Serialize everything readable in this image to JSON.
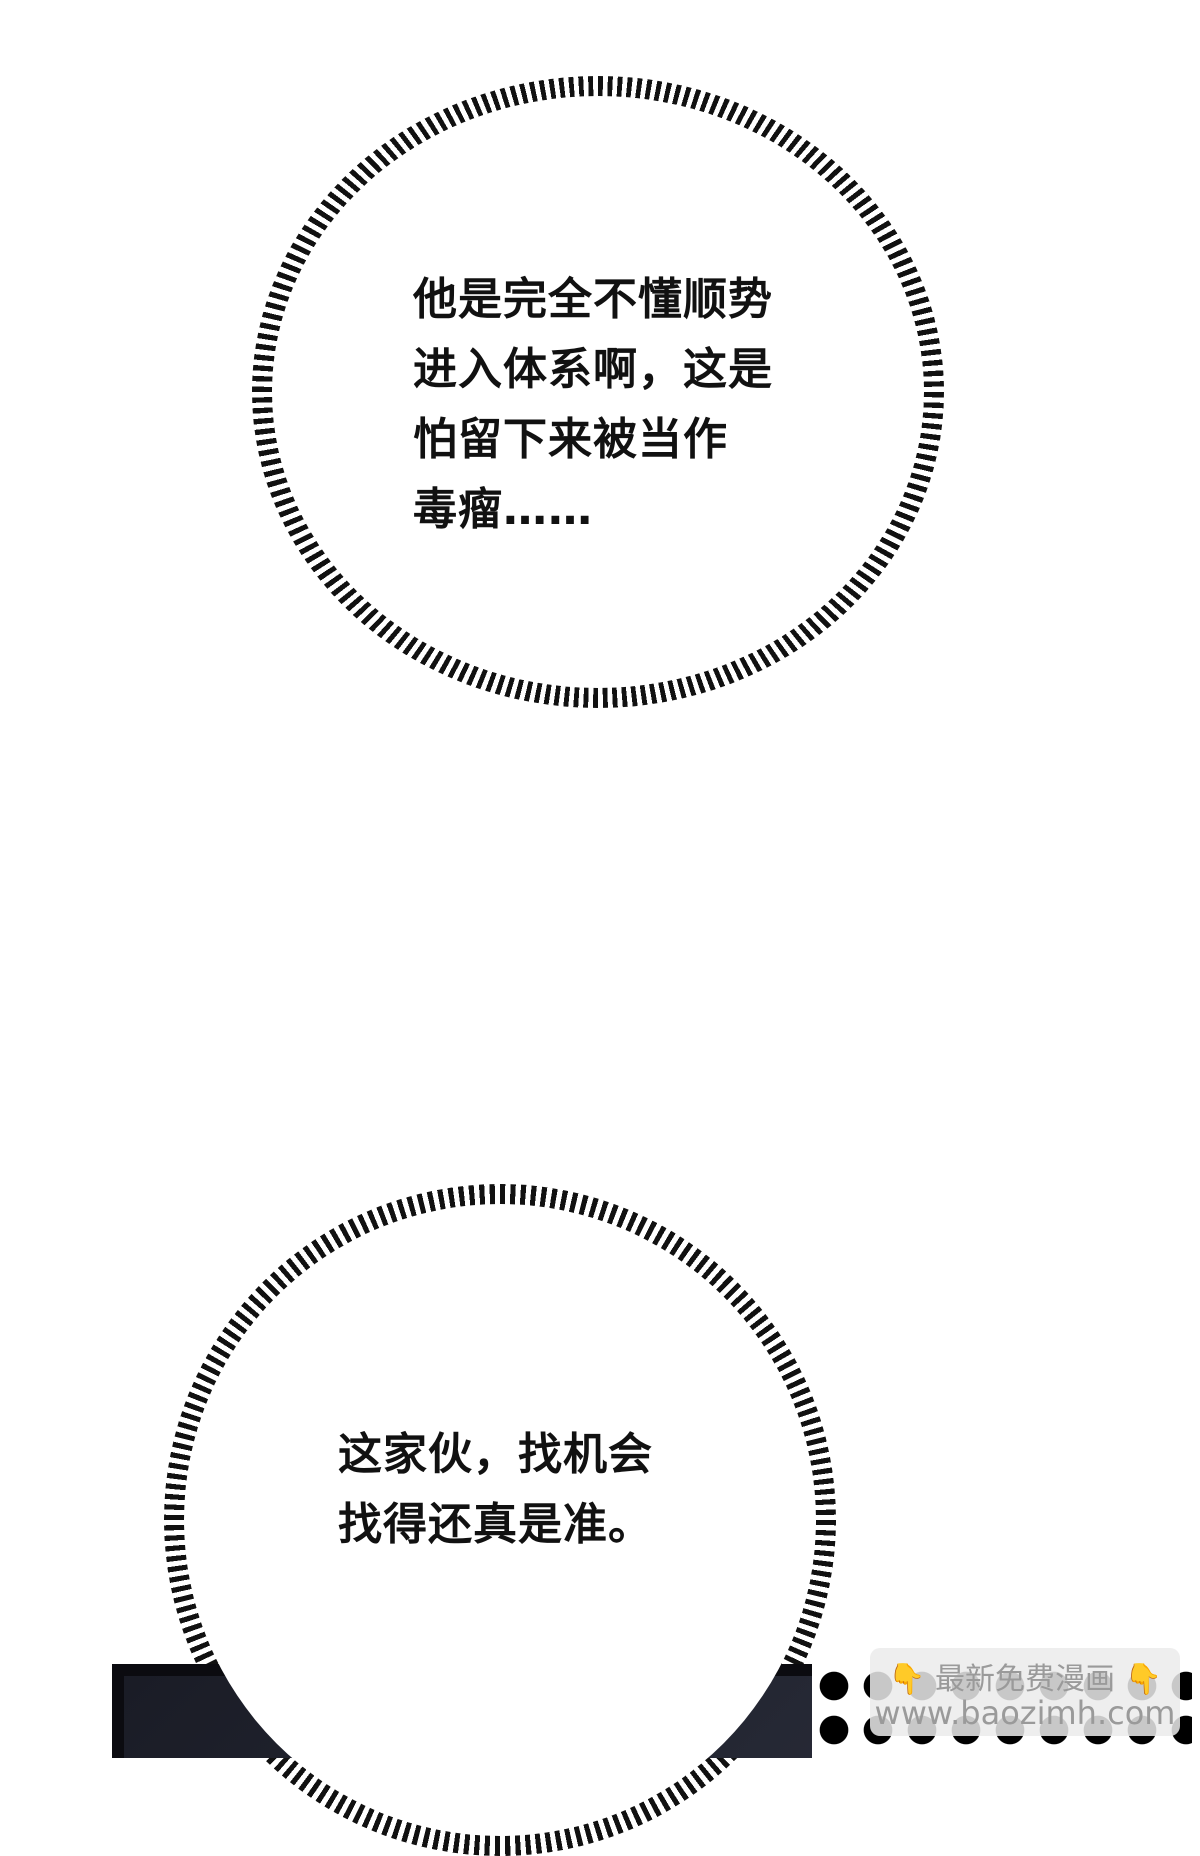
{
  "bubbles": [
    {
      "lines": [
        "他是完全不懂顺势",
        "进入体系啊，这是",
        "怕留下来被当作",
        "毒瘤……"
      ]
    },
    {
      "lines": [
        "这家伙，找机会",
        "找得还真是准。"
      ]
    }
  ],
  "watermark": {
    "line1": "最新免费漫画",
    "line2": "www.baozimh.com",
    "icon_left": "👇",
    "icon_right": "👇"
  },
  "colors": {
    "background": "#ffffff",
    "text": "#111111",
    "panel": "#0b0b10",
    "accent": "#f0a620"
  }
}
